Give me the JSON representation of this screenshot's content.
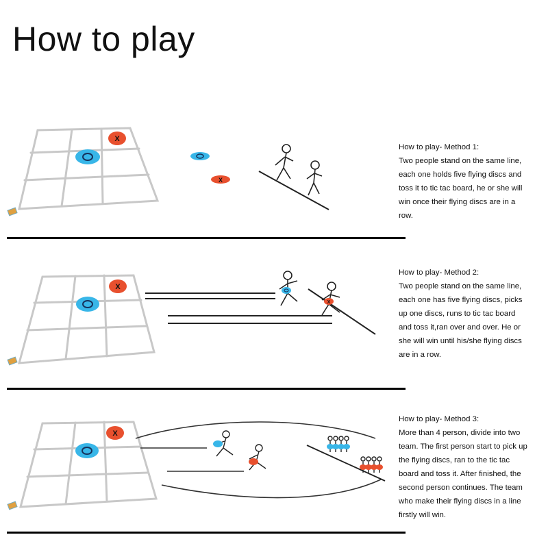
{
  "title": "How to play",
  "colors": {
    "blue_disc": "#38b6e8",
    "red_disc": "#e8502e",
    "board_lines": "#c8c8c8",
    "divider": "#000000"
  },
  "board_symbols": {
    "o": "O",
    "x": "X"
  },
  "methods": [
    {
      "lines": [
        "How to play- Method 1:",
        "Two people stand on the same line,",
        "each one holds five flying discs and",
        "toss it to tic tac board, he or she will",
        "win once their flying discs are in a",
        "row."
      ]
    },
    {
      "lines": [
        "How to play- Method 2:",
        "Two people stand on the same line,",
        "each one has five flying discs, picks",
        "up one discs, runs to tic tac board",
        "and toss it,ran over and over. He or",
        " she will win until his/she flying discs",
        " are in a row."
      ]
    },
    {
      "lines": [
        "How to play- Method 3:",
        "More than 4 person, divide into two",
        "team. The first person start to pick up",
        " the flying discs, ran to the tic tac",
        "board and toss it. After finished, the",
        "second person continues. The team",
        "who make their flying discs in a line",
        "firstly will win."
      ]
    }
  ]
}
